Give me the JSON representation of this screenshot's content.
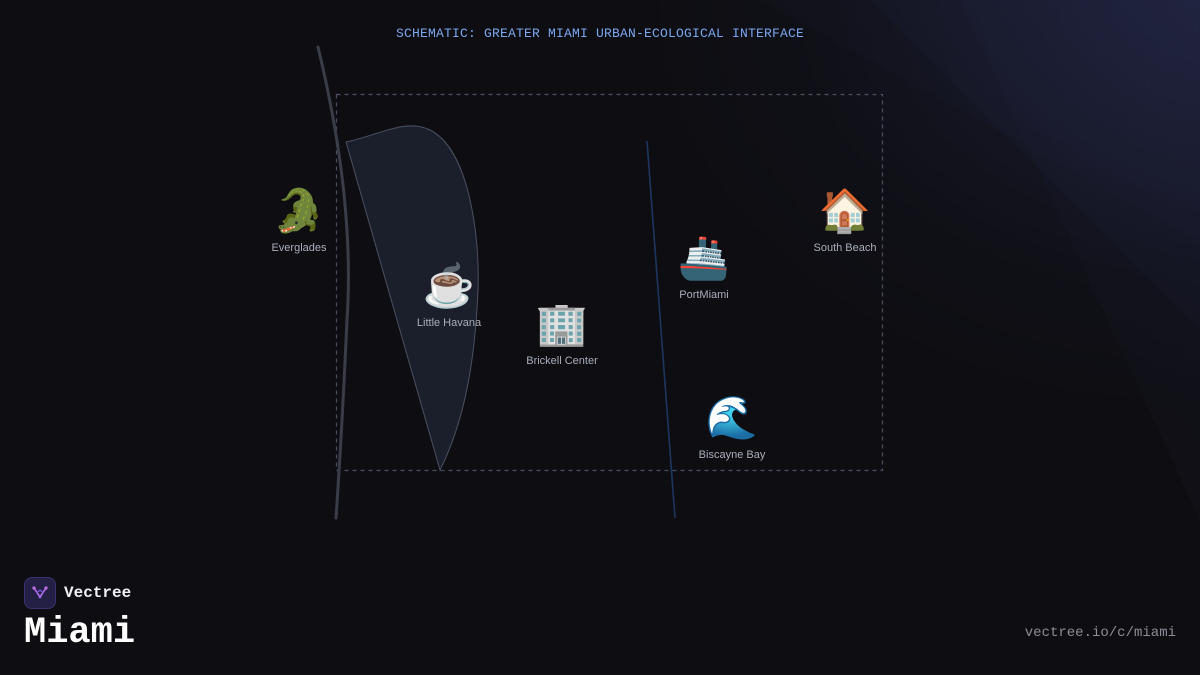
{
  "title": "SCHEMATIC: GREATER MIAMI URBAN-ECOLOGICAL INTERFACE",
  "nodes": [
    {
      "id": "everglades",
      "icon": "🐊",
      "icon_name": "alligator-icon",
      "label": "Everglades"
    },
    {
      "id": "little-havana",
      "icon": "☕",
      "icon_name": "coffee-cup-icon",
      "label": "Little Havana"
    },
    {
      "id": "brickell",
      "icon": "🏢",
      "icon_name": "office-building-icon",
      "label": "Brickell Center"
    },
    {
      "id": "portmiami",
      "icon": "🚢",
      "icon_name": "cruise-ship-icon",
      "label": "PortMiami"
    },
    {
      "id": "south-beach",
      "icon": "🏠",
      "icon_name": "house-icon",
      "label": "South Beach"
    },
    {
      "id": "biscayne",
      "icon": "🌊",
      "icon_name": "wave-icon",
      "label": "Biscayne Bay"
    }
  ],
  "brand": {
    "name": "Vectree",
    "city": "Miami",
    "url": "vectree.io/c/miami"
  },
  "colors": {
    "background": "#0e0e12",
    "title": "#7aa6ee",
    "frame": "#4a4f60",
    "boundary": "#3a3d48",
    "shape_fill": "#1a1f2b",
    "shape_stroke": "#4a5060",
    "bay_line": "#1e3560",
    "label": "#a9adb8"
  }
}
